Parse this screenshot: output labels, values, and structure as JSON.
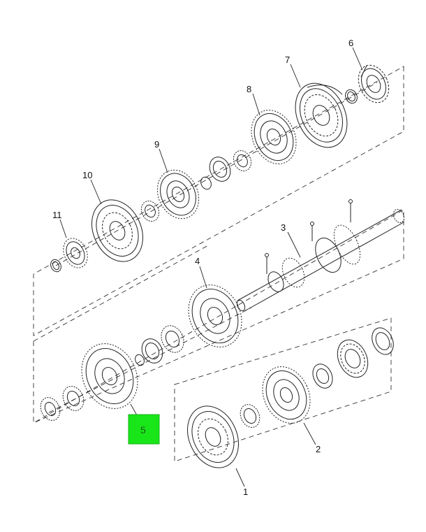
{
  "callouts": {
    "c1": "1",
    "c2": "2",
    "c3": "3",
    "c4": "4",
    "c5": "5",
    "c6": "6",
    "c7": "7",
    "c8": "8",
    "c9": "9",
    "c10": "10",
    "c11": "11"
  },
  "highlight": {
    "label": "5",
    "color": "#19e619"
  }
}
